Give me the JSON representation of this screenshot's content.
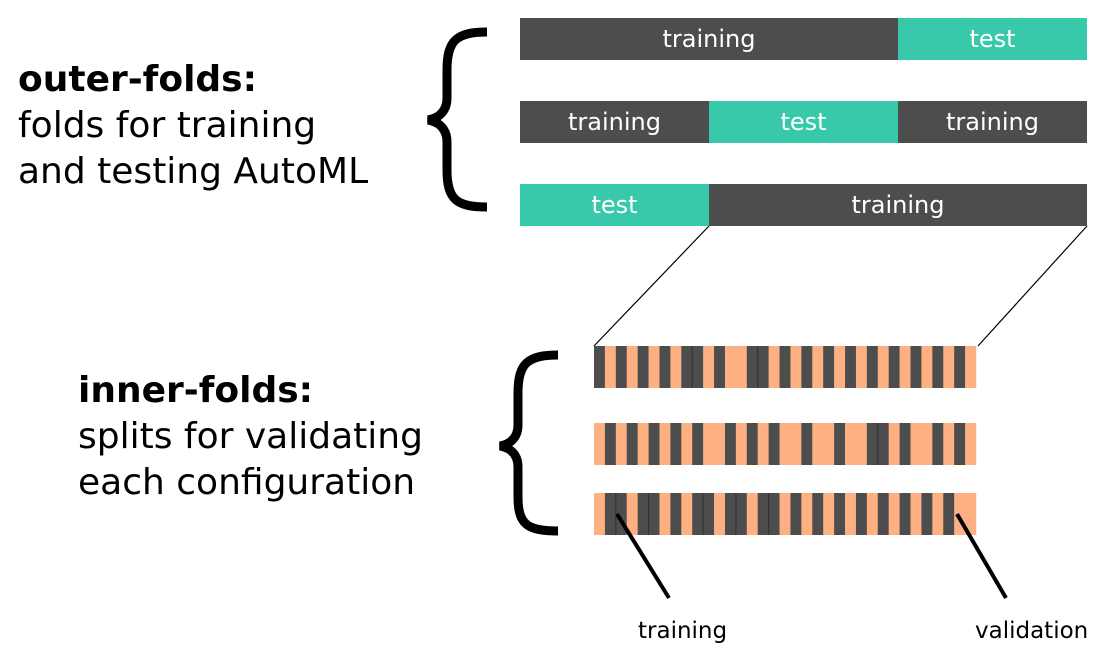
{
  "colors": {
    "training": "#4d4d4d",
    "test": "#38c8aa",
    "validation": "#fdb182",
    "inner_training": "#4d4d4d",
    "text": "#000000"
  },
  "outer": {
    "title": "outer-folds:",
    "line1": "folds for training",
    "line2": "and testing AutoML",
    "folds": [
      [
        {
          "label": "training",
          "kind": "train",
          "size": 2
        },
        {
          "label": "test",
          "kind": "test",
          "size": 1
        }
      ],
      [
        {
          "label": "training",
          "kind": "train",
          "size": 1
        },
        {
          "label": "test",
          "kind": "test",
          "size": 1
        },
        {
          "label": "training",
          "kind": "train",
          "size": 1
        }
      ],
      [
        {
          "label": "test",
          "kind": "test",
          "size": 1
        },
        {
          "label": "training",
          "kind": "train",
          "size": 2
        }
      ]
    ]
  },
  "inner": {
    "title": "inner-folds:",
    "line1": "splits for validating",
    "line2": "each configuration",
    "rows": [
      "TVTVTVTVTTVTVVTTVTVTVTVTVTVTVTVTVTV",
      "VTVTVTVTVTVVTVTVTVVTVVTVVTTVTVVTVTV",
      "VTTVTTVTVTTVTTVTTVTVTVTVTVTVTVTVTVV"
    ],
    "training_label": "training",
    "validation_label": "validation"
  }
}
